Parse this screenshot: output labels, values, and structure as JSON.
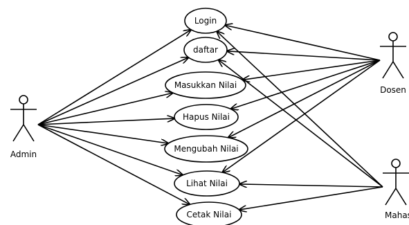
{
  "actors": [
    {
      "id": "admin",
      "label": "Admin"
    },
    {
      "id": "dosen",
      "label": "Dosen"
    },
    {
      "id": "mahasiswa",
      "label": "Mahasisw"
    }
  ],
  "use_cases": [
    {
      "id": "login",
      "label": "Login"
    },
    {
      "id": "daftar",
      "label": "daftar"
    },
    {
      "id": "masukkan-nilai",
      "label": "Masukkan Nilai"
    },
    {
      "id": "hapus-nilai",
      "label": "Hapus Nilai"
    },
    {
      "id": "mengubah-nilai",
      "label": "Mengubah Nilai"
    },
    {
      "id": "lihat-nilai",
      "label": "Lihat Nilai"
    },
    {
      "id": "cetak-nilai",
      "label": "Cetak Nilai"
    }
  ],
  "associations": [
    {
      "from": "admin",
      "to": "login"
    },
    {
      "from": "admin",
      "to": "daftar"
    },
    {
      "from": "admin",
      "to": "masukkan-nilai"
    },
    {
      "from": "admin",
      "to": "hapus-nilai"
    },
    {
      "from": "admin",
      "to": "mengubah-nilai"
    },
    {
      "from": "admin",
      "to": "lihat-nilai"
    },
    {
      "from": "admin",
      "to": "cetak-nilai"
    },
    {
      "from": "dosen",
      "to": "login"
    },
    {
      "from": "dosen",
      "to": "daftar"
    },
    {
      "from": "dosen",
      "to": "masukkan-nilai"
    },
    {
      "from": "dosen",
      "to": "hapus-nilai"
    },
    {
      "from": "dosen",
      "to": "mengubah-nilai"
    },
    {
      "from": "dosen",
      "to": "lihat-nilai"
    },
    {
      "from": "mahasiswa",
      "to": "login"
    },
    {
      "from": "mahasiswa",
      "to": "daftar"
    },
    {
      "from": "mahasiswa",
      "to": "lihat-nilai"
    },
    {
      "from": "mahasiswa",
      "to": "cetak-nilai"
    }
  ]
}
